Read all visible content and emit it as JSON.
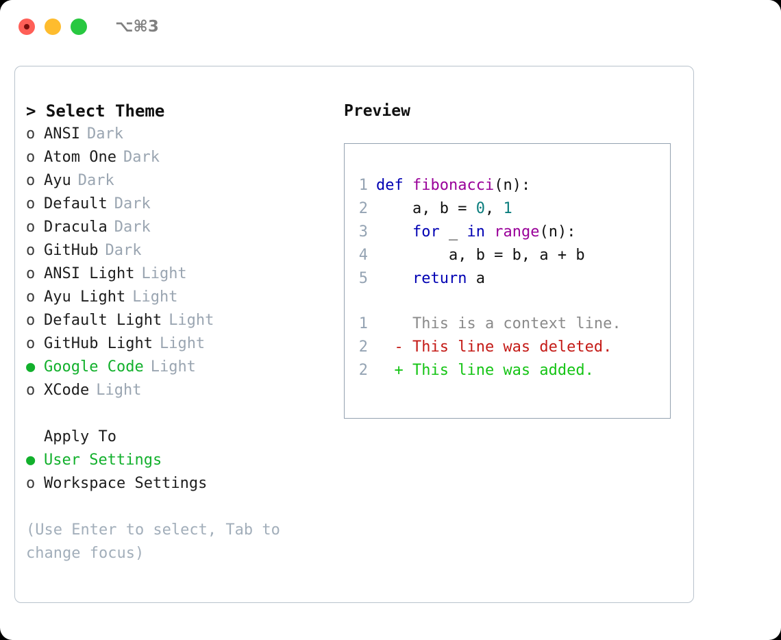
{
  "window": {
    "traffic_lights": [
      "close-red",
      "minimize-yellow",
      "maximize-green"
    ],
    "shortcut_label": "⌥⌘3"
  },
  "theme_picker": {
    "header": "> Select Theme",
    "marker_unselected": "o",
    "marker_selected": "●",
    "options": [
      {
        "name": "ANSI",
        "variant": "Dark",
        "selected": false
      },
      {
        "name": "Atom One",
        "variant": "Dark",
        "selected": false
      },
      {
        "name": "Ayu",
        "variant": "Dark",
        "selected": false
      },
      {
        "name": "Default",
        "variant": "Dark",
        "selected": false
      },
      {
        "name": "Dracula",
        "variant": "Dark",
        "selected": false
      },
      {
        "name": "GitHub",
        "variant": "Dark",
        "selected": false
      },
      {
        "name": "ANSI Light",
        "variant": "Light",
        "selected": false
      },
      {
        "name": "Ayu Light",
        "variant": "Light",
        "selected": false
      },
      {
        "name": "Default Light",
        "variant": "Light",
        "selected": false
      },
      {
        "name": "GitHub Light",
        "variant": "Light",
        "selected": false
      },
      {
        "name": "Google Code",
        "variant": "Light",
        "selected": true
      },
      {
        "name": "XCode",
        "variant": "Light",
        "selected": false
      }
    ]
  },
  "apply_to": {
    "label": "Apply To",
    "options": [
      {
        "name": "User Settings",
        "selected": true
      },
      {
        "name": "Workspace Settings",
        "selected": false
      }
    ]
  },
  "hint": "(Use Enter to select, Tab to change focus)",
  "preview": {
    "title": "Preview",
    "code_lines": [
      {
        "number": "1",
        "tokens": [
          {
            "t": "def ",
            "c": "kw"
          },
          {
            "t": "fibonacci",
            "c": "fn"
          },
          {
            "t": "(n):",
            "c": "pln"
          }
        ]
      },
      {
        "number": "2",
        "tokens": [
          {
            "t": "    a, b = ",
            "c": "pln"
          },
          {
            "t": "0",
            "c": "num"
          },
          {
            "t": ", ",
            "c": "pln"
          },
          {
            "t": "1",
            "c": "num"
          }
        ]
      },
      {
        "number": "3",
        "tokens": [
          {
            "t": "    ",
            "c": "pln"
          },
          {
            "t": "for",
            "c": "kw"
          },
          {
            "t": " _ ",
            "c": "pln"
          },
          {
            "t": "in",
            "c": "kw"
          },
          {
            "t": " ",
            "c": "pln"
          },
          {
            "t": "range",
            "c": "fn"
          },
          {
            "t": "(n):",
            "c": "pln"
          }
        ]
      },
      {
        "number": "4",
        "tokens": [
          {
            "t": "        a, b = b, a + b",
            "c": "pln"
          }
        ]
      },
      {
        "number": "5",
        "tokens": [
          {
            "t": "    ",
            "c": "pln"
          },
          {
            "t": "return",
            "c": "kw"
          },
          {
            "t": " a",
            "c": "pln"
          }
        ]
      }
    ],
    "diff_lines": [
      {
        "number": "1",
        "sign": " ",
        "text": "This is a context line.",
        "kind": "ctx"
      },
      {
        "number": "2",
        "sign": "-",
        "text": "This line was deleted.",
        "kind": "del"
      },
      {
        "number": "2",
        "sign": "+",
        "text": "This line was added.",
        "kind": "add"
      }
    ]
  },
  "colors": {
    "accent_green": "#12b02c",
    "traffic_red": "#ff5f57",
    "traffic_yellow": "#febc2e",
    "traffic_green": "#28c840",
    "muted": "#9aa5b1",
    "panel_border": "#b8c2cc",
    "preview_border": "#93a1b0",
    "keyword": "#0000b3",
    "function": "#990099",
    "number": "#0a7d7d",
    "diff_deleted": "#c41a16",
    "diff_added": "#15c415",
    "diff_context": "#8a8a8a"
  }
}
